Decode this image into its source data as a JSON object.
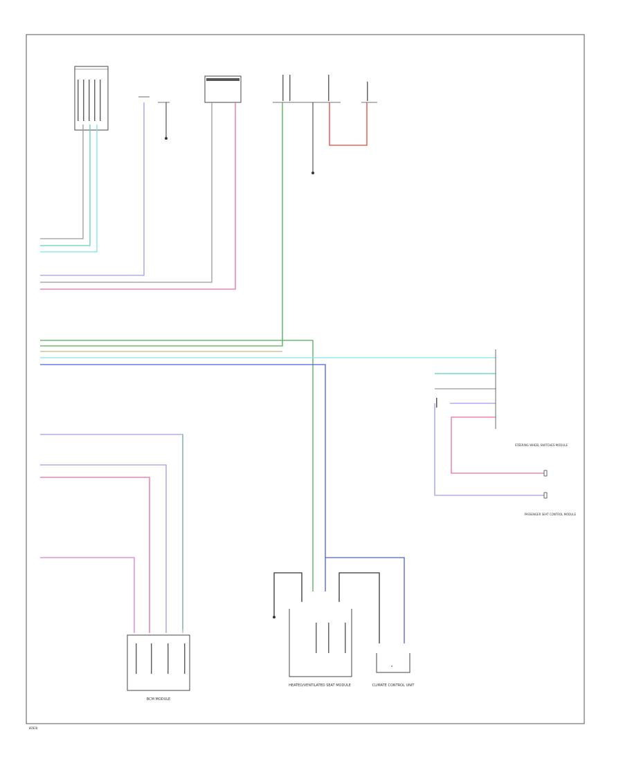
{
  "footer": {
    "code": "W2020"
  },
  "components": {
    "bottom_left": "BCM MODULE",
    "bottom_center": "HEATED/VENTILATED SEAT MODULE",
    "bottom_right": "CLIMATE CONTROL UNIT",
    "right_mid": "STEERING WHEEL SWITCHES MODULE",
    "right_lower": "PASSENGER SEAT CONTROL MODULE"
  },
  "wire_colors": {
    "green": "#4caf50",
    "teal": "#5ccfb8",
    "cyan": "#7fe3ec",
    "blue": "#4a5fd6",
    "lavender": "#9c9cf0",
    "pink": "#f06a9a",
    "magenta": "#e07ad8",
    "red": "#e8443c",
    "tan": "#c9b48a",
    "gray": "#9a9a9a",
    "black": "#333333"
  }
}
